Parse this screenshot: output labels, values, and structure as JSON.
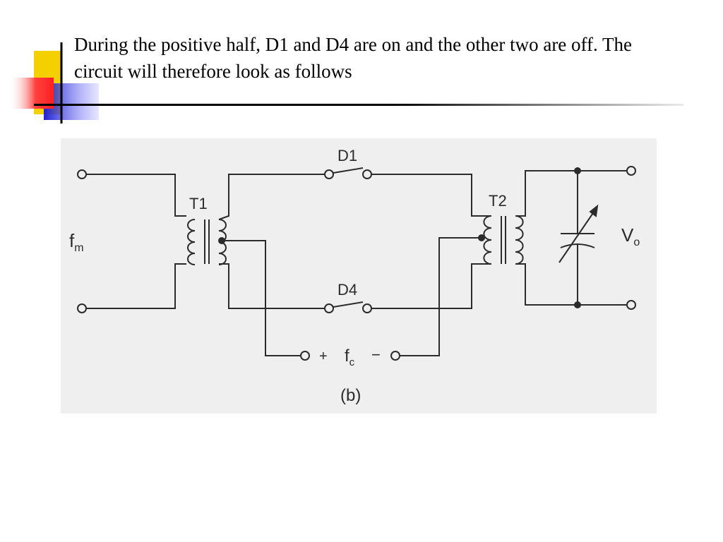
{
  "slide": {
    "title": "During the positive half, D1 and D4 are on and the other two are off. The circuit will therefore look as follows"
  },
  "colors": {
    "ornament_yellow": "#f5d000",
    "ornament_red": "#ff3030",
    "ornament_blue": "#2020d0",
    "rule_line": "#000000",
    "figure_background": "#efefef",
    "circuit_ink": "#2b2b2b"
  },
  "diagram": {
    "labels": {
      "t1": "T1",
      "t2": "T2",
      "d1": "D1",
      "d4": "D4",
      "fm": "f",
      "fm_sub": "m",
      "fc": "f",
      "fc_sub": "c",
      "plus": "+",
      "minus": "−",
      "vo": "V",
      "vo_sub": "o",
      "caption": "(b)"
    }
  }
}
